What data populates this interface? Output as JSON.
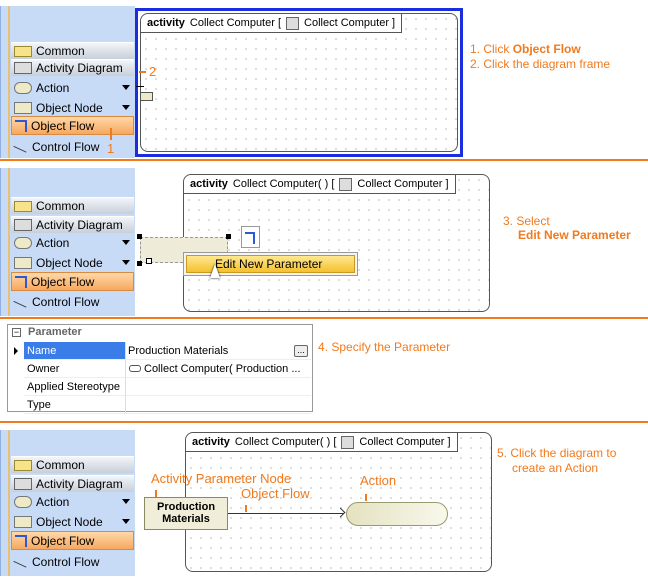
{
  "palette": {
    "items": [
      {
        "label": "Common",
        "icon": "folder-icon",
        "type": "group"
      },
      {
        "label": "Activity Diagram",
        "icon": "activity-diagram-icon",
        "type": "group"
      },
      {
        "label": "Action",
        "icon": "action-icon",
        "dropdown": true
      },
      {
        "label": "Object Node",
        "icon": "object-node-icon",
        "dropdown": true
      },
      {
        "label": "Object Flow",
        "icon": "object-flow-icon",
        "selected": true
      },
      {
        "label": "Control Flow",
        "icon": "control-flow-icon"
      }
    ]
  },
  "step1": {
    "frame_keyword": "activity",
    "frame_name": "Collect Computer [",
    "frame_ref": "Collect Computer ]",
    "marker1": "1",
    "marker2": "2",
    "instr1_prefix": "1. Click ",
    "instr1_bold": "Object Flow",
    "instr2": "2. Click the diagram frame"
  },
  "step2": {
    "frame_keyword": "activity",
    "frame_name": "Collect Computer( ) [",
    "frame_ref": "Collect Computer ]",
    "menu_item": "Edit New Parameter",
    "instr_line1": "3. Select",
    "instr_line2": "Edit New Parameter"
  },
  "step3": {
    "section": "Parameter",
    "rows": [
      {
        "name": "Name",
        "value": "Production Materials"
      },
      {
        "name": "Owner",
        "value": "Collect Computer( Production ..."
      },
      {
        "name": "Applied Stereotype",
        "value": ""
      },
      {
        "name": "Type",
        "value": ""
      }
    ],
    "more_button": "...",
    "instr": "4. Specify the Parameter"
  },
  "step4": {
    "frame_keyword": "activity",
    "frame_name": "Collect Computer( ) [",
    "frame_ref": "Collect Computer ]",
    "label_param_node": "Activity Parameter Node",
    "label_object_flow": "Object Flow",
    "label_action": "Action",
    "param_node_text": "Production Materials",
    "instr_line1": "5. Click the diagram to",
    "instr_line2": "create an Action"
  },
  "colors": {
    "accent": "#f07a1e",
    "palette_bg": "#c7dbf7",
    "selection": "#1a2ee0"
  }
}
